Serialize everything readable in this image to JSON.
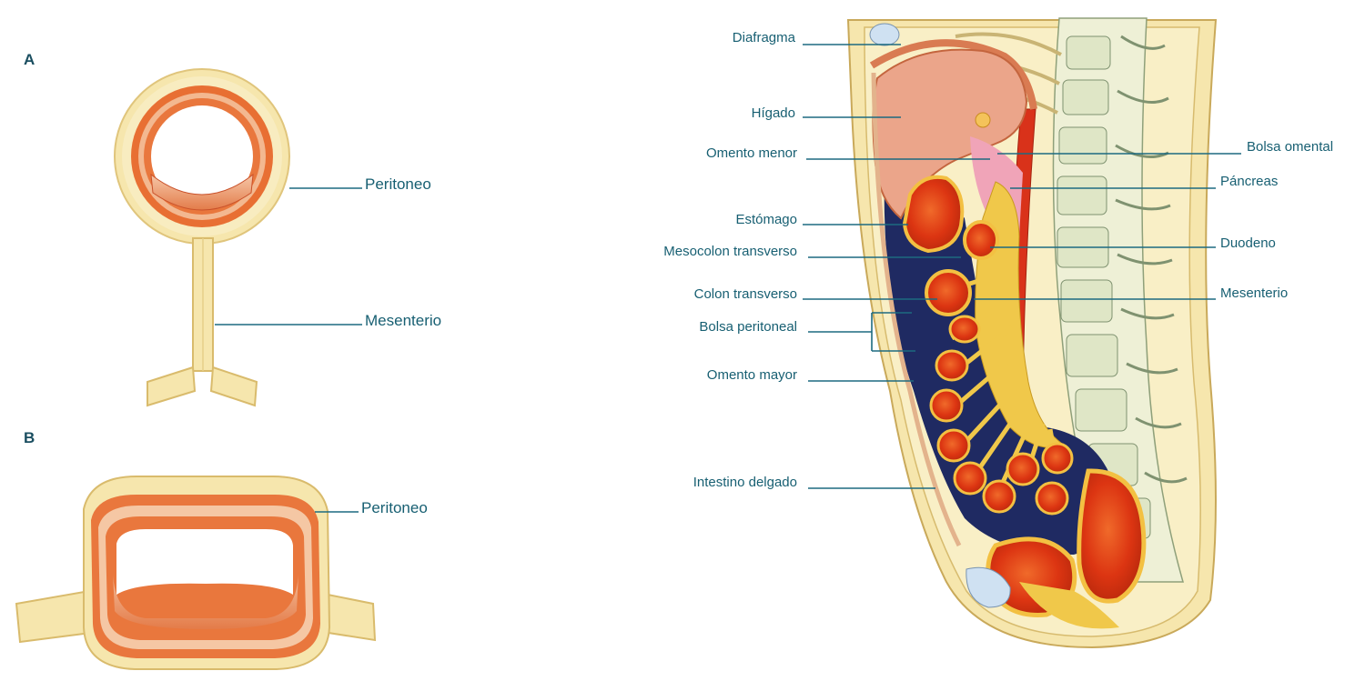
{
  "panels": {
    "a": {
      "letter": "A",
      "labels": {
        "peritoneo": "Peritoneo",
        "mesenterio": "Mesenterio"
      }
    },
    "b": {
      "letter": "B",
      "labels": {
        "peritoneo": "Peritoneo"
      }
    }
  },
  "section": {
    "labels_left": {
      "diafragma": "Diafragma",
      "higado": "Hígado",
      "omento_menor": "Omento menor",
      "estomago": "Estómago",
      "mesocolon": "Mesocolon transverso",
      "colon": "Colon transverso",
      "bolsa_peritoneal": "Bolsa peritoneal",
      "omento_mayor": "Omento mayor",
      "intestino": "Intestino delgado"
    },
    "labels_right": {
      "bolsa_omental": "Bolsa omental",
      "pancreas": "Páncreas",
      "duodeno": "Duodeno",
      "mesenterio": "Mesenterio"
    }
  },
  "colors": {
    "tissue_cream": "#f6e6ad",
    "muscle_orange": "#e87c3c",
    "organ_red": "#de3a14",
    "liver": "#eba58a",
    "cavity_navy": "#1f2a62",
    "label_teal": "#175f72"
  }
}
